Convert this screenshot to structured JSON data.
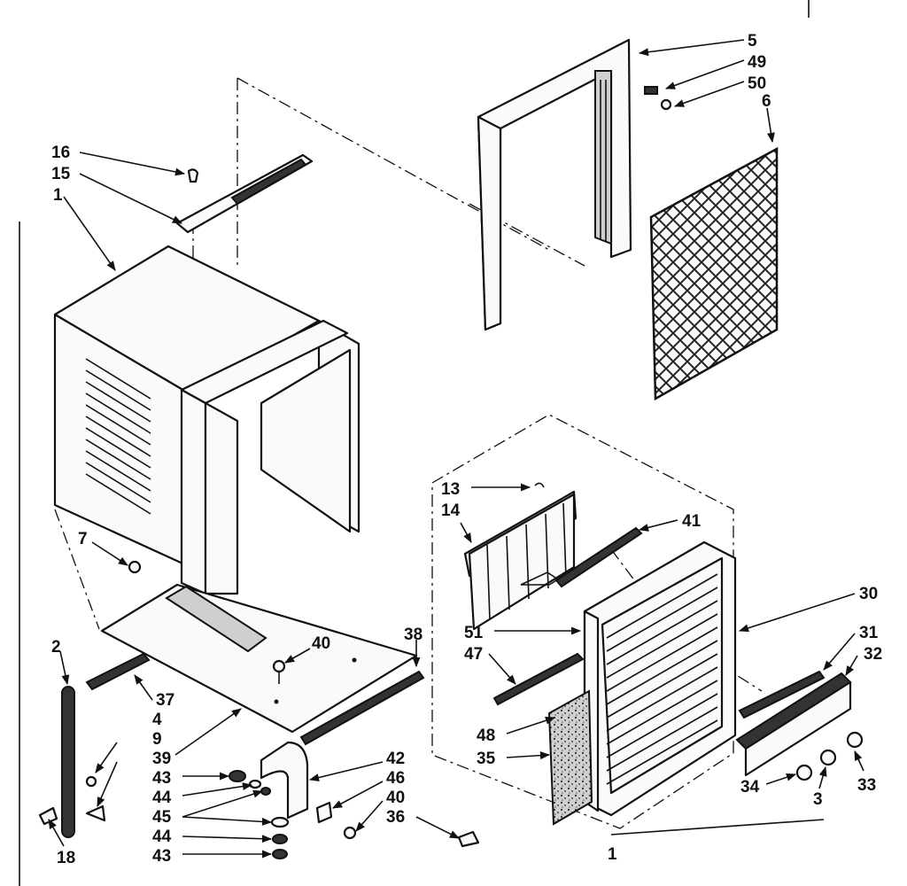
{
  "callouts": {
    "c5": "5",
    "c49": "49",
    "c50": "50",
    "c6": "6",
    "c16": "16",
    "c15": "15",
    "c1_top": "1",
    "c7": "7",
    "c2": "2",
    "c37": "37",
    "c4": "4",
    "c9": "9",
    "c39": "39",
    "c43_a": "43",
    "c44_a": "44",
    "c45": "45",
    "c44_b": "44",
    "c43_b": "43",
    "c18": "18",
    "c40_a": "40",
    "c38": "38",
    "c42": "42",
    "c46": "46",
    "c40_b": "40",
    "c36": "36",
    "c1_bottom": "1",
    "c13": "13",
    "c14": "14",
    "c41": "41",
    "c30": "30",
    "c31": "31",
    "c32": "32",
    "c51": "51",
    "c47": "47",
    "c48": "48",
    "c35": "35",
    "c33": "33",
    "c34": "34",
    "c3": "3"
  }
}
